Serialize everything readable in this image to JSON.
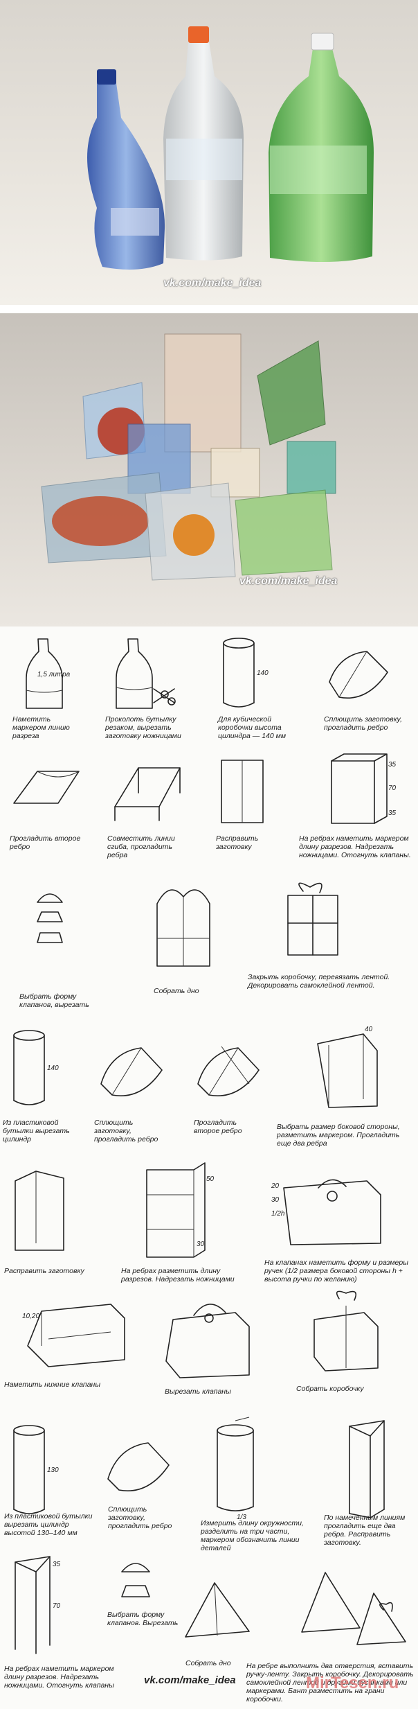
{
  "photos": {
    "top_watermark": "vk.com/make_idea",
    "middle_watermark": "vk.com/make_idea"
  },
  "steps": [
    {
      "id": "s1",
      "caption": "Наметить маркером линию разреза"
    },
    {
      "id": "s2",
      "caption": "Проколоть бутылку резаком, вырезать заготовку ножницами"
    },
    {
      "id": "s3",
      "caption": "Для кубической коробочки высота цилиндра — 140 мм"
    },
    {
      "id": "s4",
      "caption": "Сплющить заготовку, прогладить ребро"
    },
    {
      "id": "s5",
      "caption": "Прогладить второе ребро"
    },
    {
      "id": "s6",
      "caption": "Совместить линии сгиба, прогладить ребра"
    },
    {
      "id": "s7",
      "caption": "Расправить заготовку"
    },
    {
      "id": "s8",
      "caption": "На ребрах наметить маркером длину разрезов. Надрезать ножницами. Отогнуть клапаны."
    },
    {
      "id": "s9",
      "caption": "Выбрать форму клапанов, вырезать"
    },
    {
      "id": "s10",
      "caption": "Собрать дно"
    },
    {
      "id": "s11",
      "caption": "Закрыть коробочку, перевязать лентой. Декорировать самоклейной лентой."
    },
    {
      "id": "s12",
      "caption": "Из пластиковой бутылки вырезать цилиндр"
    },
    {
      "id": "s13",
      "caption": "Сплющить заготовку, прогладить ребро"
    },
    {
      "id": "s14",
      "caption": "Прогладить второе ребро"
    },
    {
      "id": "s15",
      "caption": "Выбрать размер боковой стороны, разметить маркером. Прогладить еще два ребра"
    },
    {
      "id": "s16",
      "caption": "Расправить заготовку"
    },
    {
      "id": "s17",
      "caption": "На ребрах разметить длину разрезов. Надрезать ножницами"
    },
    {
      "id": "s18",
      "caption": "На клапанах наметить форму и размеры ручек (1/2 размера боковой стороны h + высота ручки по желанию)"
    },
    {
      "id": "s19",
      "caption": "Наметить нижние клапаны"
    },
    {
      "id": "s20",
      "caption": "Вырезать клапаны"
    },
    {
      "id": "s21",
      "caption": "Собрать коробочку"
    },
    {
      "id": "s22",
      "caption": "Из пластиковой бутылки вырезать цилиндр высотой 130–140 мм"
    },
    {
      "id": "s23",
      "caption": "Сплющить заготовку, прогладить ребро"
    },
    {
      "id": "s24",
      "caption": "Измерить длину окружности, разделить на три части, маркером обозначить линии деталей"
    },
    {
      "id": "s25",
      "caption": "По намеченным линиям прогладить еще два ребра. Расправить заготовку."
    },
    {
      "id": "s26",
      "caption": "На ребрах наметить маркером длину разрезов. Надрезать ножницами. Отогнуть клапаны"
    },
    {
      "id": "s27",
      "caption": "Выбрать форму клапанов. Вырезать"
    },
    {
      "id": "s28",
      "caption": "Собрать дно"
    },
    {
      "id": "s29",
      "caption": "На ребре выполнить два отверстия, вставить ручку-ленту. Закрыть коробочку. Декорировать самоклейной лентой и другими бусинками или маркерами. Бант разместить на грани коробочки."
    }
  ],
  "dimensions": {
    "bottle_label": "1,5 литра",
    "d140a": "140",
    "d35": "35",
    "d70": "70",
    "d35b": "35",
    "d140b": "140",
    "d40": "40",
    "d50": "50",
    "d30": "30",
    "d20": "20",
    "d30b": "30",
    "dh": "1/2h",
    "d1020": "10,20",
    "d130": "130",
    "d3": "1/3",
    "d35c": "35",
    "d70b": "70"
  },
  "bottom_logo": "vk.com/make_idea",
  "brand_logo": "MirTesen.ru"
}
